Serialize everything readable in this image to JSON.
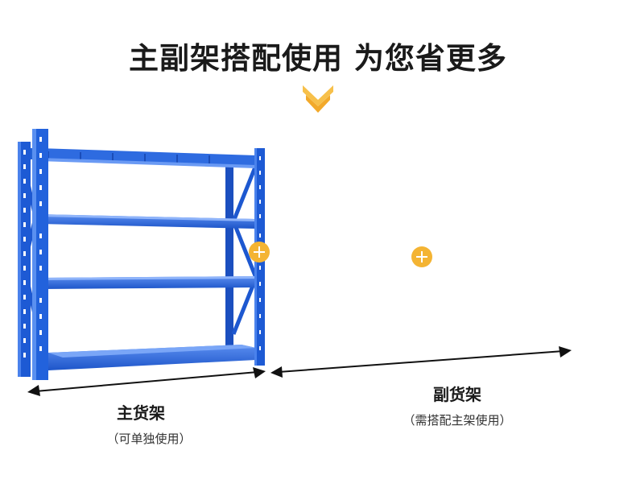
{
  "headline": "主副架搭配使用 为您省更多",
  "main_rack": {
    "title": "主货架",
    "note": "（可单独使用）"
  },
  "sub_rack": {
    "title": "副货架",
    "note": "（需搭配主架使用）"
  },
  "colors": {
    "rack_blue": "#1f5fd6",
    "accent_orange": "#f4b433",
    "arrow": "#111111"
  },
  "icons": [
    "chevron-down-icon",
    "plus-icon",
    "double-arrow-icon"
  ]
}
